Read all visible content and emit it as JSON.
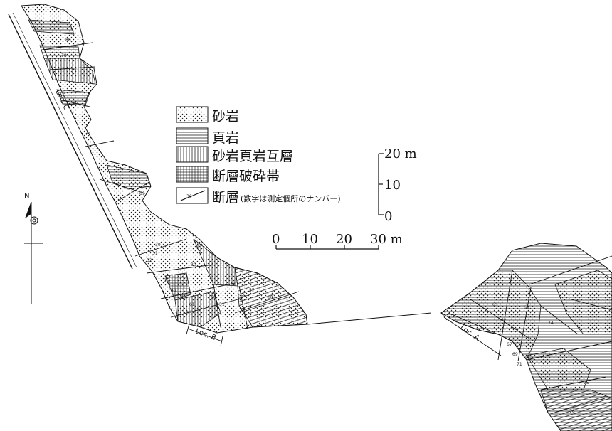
{
  "legend": {
    "sandstone": "砂岩",
    "shale": "頁岩",
    "alternation": "砂岩頁岩互層",
    "fault_breccia": "断層破砕帯",
    "fault": "断層",
    "fault_note": "(数字は測定個所のナンバー)",
    "fault_sample_number": "30"
  },
  "scale_vertical": {
    "top": "20 m",
    "mid": "10",
    "bottom": "0"
  },
  "scale_horizontal": {
    "t0": "0",
    "t1": "10",
    "t2": "20",
    "t3": "30 m"
  },
  "north_arrow": {
    "label": "N",
    "icon": "north-arrow-icon"
  },
  "locations": {
    "a": "Loc. A",
    "b": "Loc. B",
    "c": "Loc. C"
  },
  "measurement_numbers": [
    "30",
    "31",
    "32",
    "33",
    "35",
    "40",
    "41",
    "51",
    "55",
    "56",
    "57",
    "60",
    "61",
    "62",
    "63",
    "65",
    "67",
    "69",
    "71",
    "74",
    "75",
    "76",
    "77",
    "78",
    "80"
  ]
}
